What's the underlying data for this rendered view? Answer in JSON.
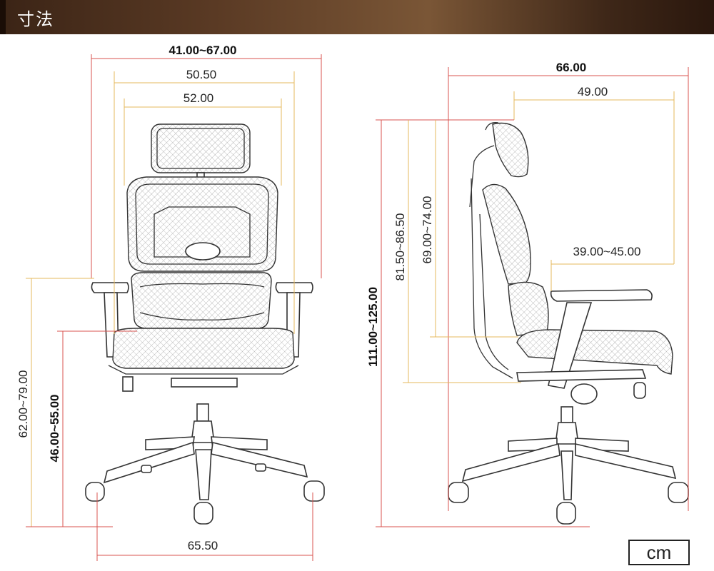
{
  "header": {
    "title": "寸法",
    "colors": {
      "bar_dark": "#3b2416",
      "bar_light": "#7a5636",
      "title_text": "#ffffff"
    }
  },
  "unit_label": "cm",
  "line_colors": {
    "overall_dimension": "#d9534f",
    "sub_dimension": "#e6b85c"
  },
  "front_view": {
    "overall_width": "41.00~67.00",
    "backrest_width": "50.50",
    "seat_width": "52.00",
    "armrest_height": "62.00~79.00",
    "seat_height": "46.00~55.00",
    "base_width": "65.50"
  },
  "side_view": {
    "overall_depth": "66.00",
    "backrest_depth": "49.00",
    "seat_depth": "39.00~45.00",
    "overall_height": "111.00~125.00",
    "backrest_height": "81.50~86.50",
    "back_height": "69.00~74.00"
  }
}
